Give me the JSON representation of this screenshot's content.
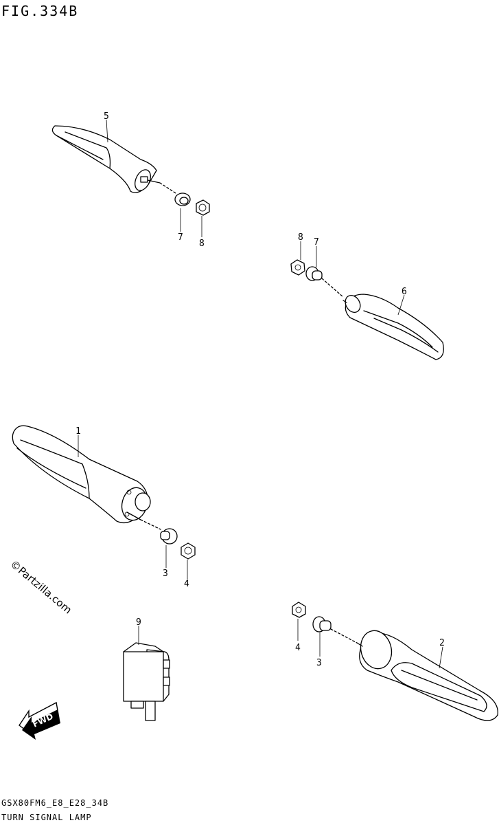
{
  "figure": {
    "title": "FIG.334B"
  },
  "footer": {
    "code": "GSX80FM6_E8_E28_34B",
    "caption": "TURN SIGNAL LAMP"
  },
  "watermark": "©Partzilla.com",
  "direction_marker": {
    "text": "FWD"
  },
  "callouts": {
    "c1": "1",
    "c2": "2",
    "c3a": "3",
    "c3b": "3",
    "c4a": "4",
    "c4b": "4",
    "c5": "5",
    "c6": "6",
    "c7a": "7",
    "c7b": "7",
    "c8a": "8",
    "c8b": "8",
    "c9": "9"
  }
}
